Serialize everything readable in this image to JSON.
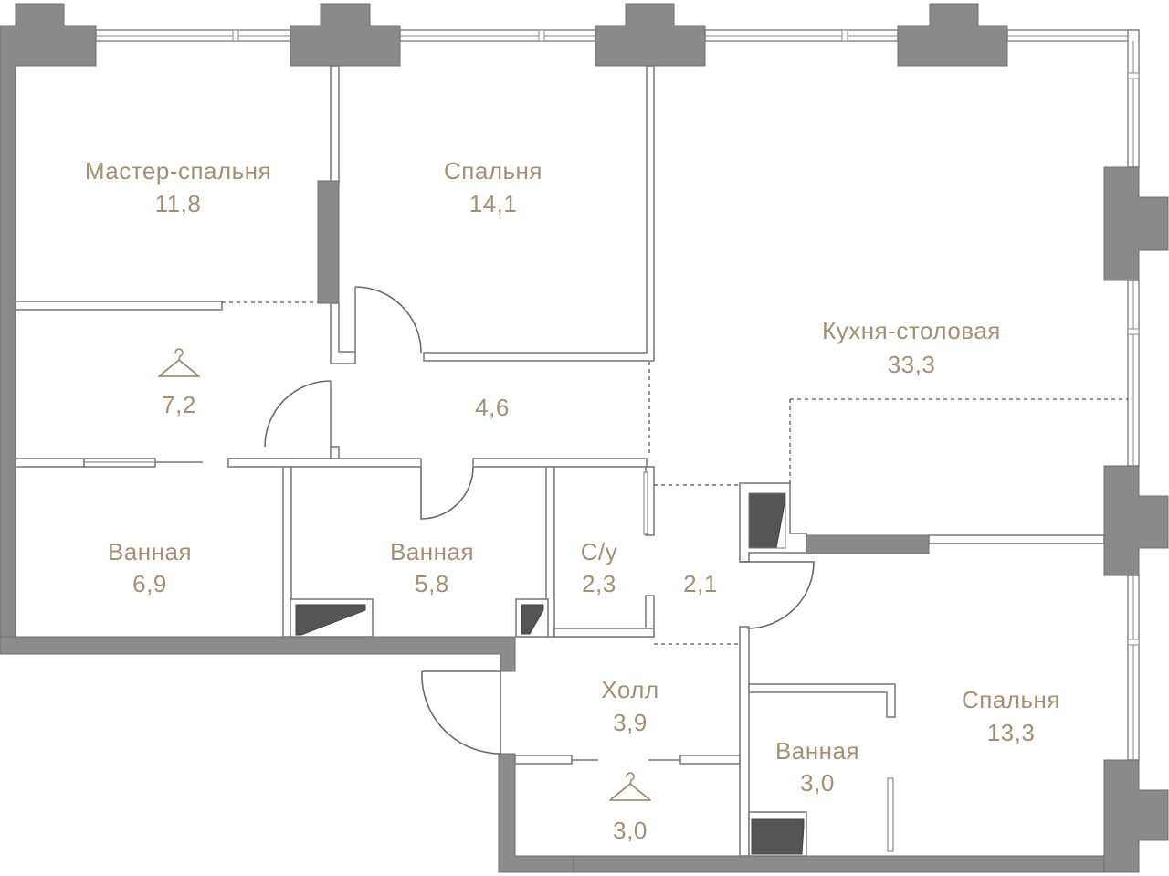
{
  "rooms": {
    "master_bedroom": {
      "name": "Мастер-спальня",
      "area": "11,8"
    },
    "bedroom_1": {
      "name": "Спальня",
      "area": "14,1"
    },
    "kitchen_dining": {
      "name": "Кухня-столовая",
      "area": "33,3"
    },
    "wardrobe_1": {
      "area": "7,2"
    },
    "corridor": {
      "area": "4,6"
    },
    "bathroom_1": {
      "name": "Ванная",
      "area": "6,9"
    },
    "bathroom_2": {
      "name": "Ванная",
      "area": "5,8"
    },
    "wc": {
      "name": "С/у",
      "area": "2,3"
    },
    "hallway_small": {
      "area": "2,1"
    },
    "hall": {
      "name": "Холл",
      "area": "3,9"
    },
    "wardrobe_2": {
      "area": "3,0"
    },
    "bathroom_3": {
      "name": "Ванная",
      "area": "3,0"
    },
    "bedroom_2": {
      "name": "Спальня",
      "area": "13,3"
    }
  },
  "icons": [
    "hanger-icon",
    "hanger-icon"
  ],
  "colors": {
    "label": "#a39074",
    "wall": "#8c8c8c",
    "background": "#ffffff"
  }
}
